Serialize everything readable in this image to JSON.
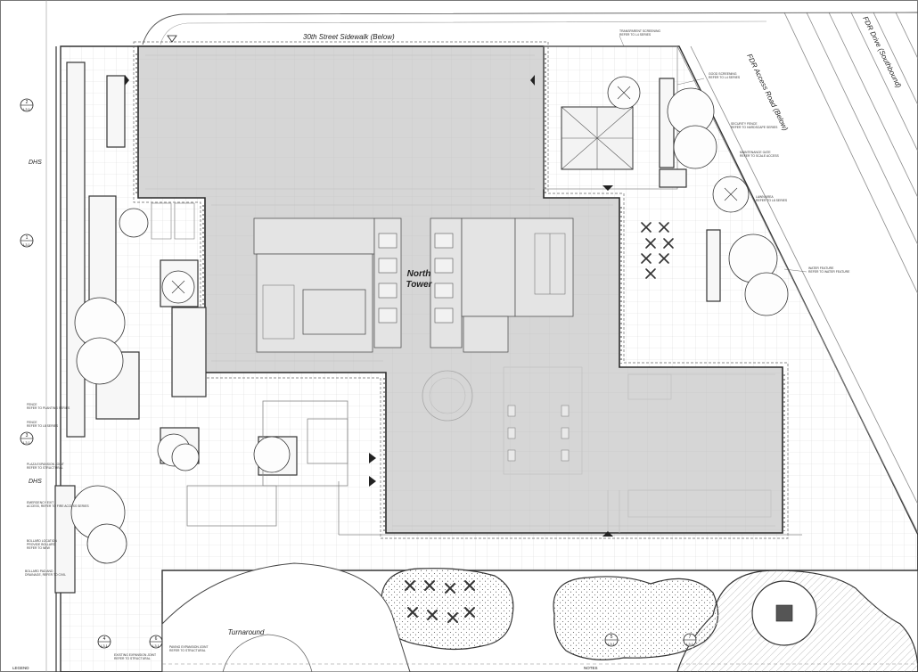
{
  "labels": {
    "street_top": "30th Street Sidewalk (Below)",
    "fdr_drive": "FDR Drive (Southbound)",
    "fdr_access": "FDR Access Road (Below)",
    "north_tower_1": "North",
    "north_tower_2": "Tower",
    "turnaround": "Turnaround",
    "dhs_upper": "DHS",
    "dhs_lower": "DHS",
    "legend": "LEGEND",
    "notes": "NOTES"
  },
  "callouts": {
    "transparent_screening": "TRANSPARENT SCREENING",
    "transparent_screening_ref": "REFER TO L4 SERIES",
    "good_screening": "GOOD SCREENING",
    "good_screening_ref": "REFER TO L4 SERIES",
    "security_fence": "SECURITY FENCE",
    "security_fence_ref": "REFER TO HARDSCAPE SERIES",
    "maintenance_gate": "MAINTENANCE GATE",
    "maintenance_gate_ref": "REFER TO SCALE ACCESS",
    "lawn_area": "LAWN AREA",
    "lawn_area_ref": "REFER TO L8 SERIES",
    "water_feature": "WATER FEATURE",
    "water_feature_ref": "REFER TO WATER FEATURE",
    "fence": "FENCE",
    "fence_ref": "REFER TO PLANTING SERIES",
    "fence_b": "FENCE",
    "fence_b_ref": "REFER TO L8 SERIES",
    "plaza_expansion": "PLAZA EXPANSION JOINT",
    "plaza_expansion_ref": "REFER TO STRUCTURAL",
    "emergency_exit": "EMERGENCY EXIT",
    "emergency_exit_ref": "ACCESS, REFER TO FIRE ACCESS SERIES",
    "bollard_location": "BOLLARD LOCATION",
    "bollard_location_ref": "PROVIDE BOLLARD",
    "bollard_location_ref2": "REFER TO NEW",
    "bollard_pad": "BOLLARD PAD AND",
    "bollard_pad_ref": "DRAINAGE, REFER TO CIVIL",
    "existing_expansion_joint": "EXISTING EXPANSION JOINT",
    "existing_expansion_joint_ref": "REFER TO STRUCTURAL",
    "paving_expansion": "PAVING EXPANSION JOINT",
    "paving_expansion_ref": "REFER TO STRUCTURAL"
  },
  "section_markers": [
    {
      "num": "2",
      "sheet": "L3.1"
    },
    {
      "num": "1",
      "sheet": "L3.1"
    },
    {
      "num": "3",
      "sheet": "L3.1"
    },
    {
      "num": "4",
      "sheet": "L3.1"
    },
    {
      "num": "6",
      "sheet": "L3.1"
    },
    {
      "num": "5",
      "sheet": "L3.1"
    },
    {
      "num": "7",
      "sheet": "L3.1"
    }
  ],
  "colors": {
    "building_fill": "#d6d6d6",
    "line": "#3a3a3a",
    "light_line": "#9a9a9a",
    "grid": "#cfcfcf",
    "background": "#ffffff"
  }
}
